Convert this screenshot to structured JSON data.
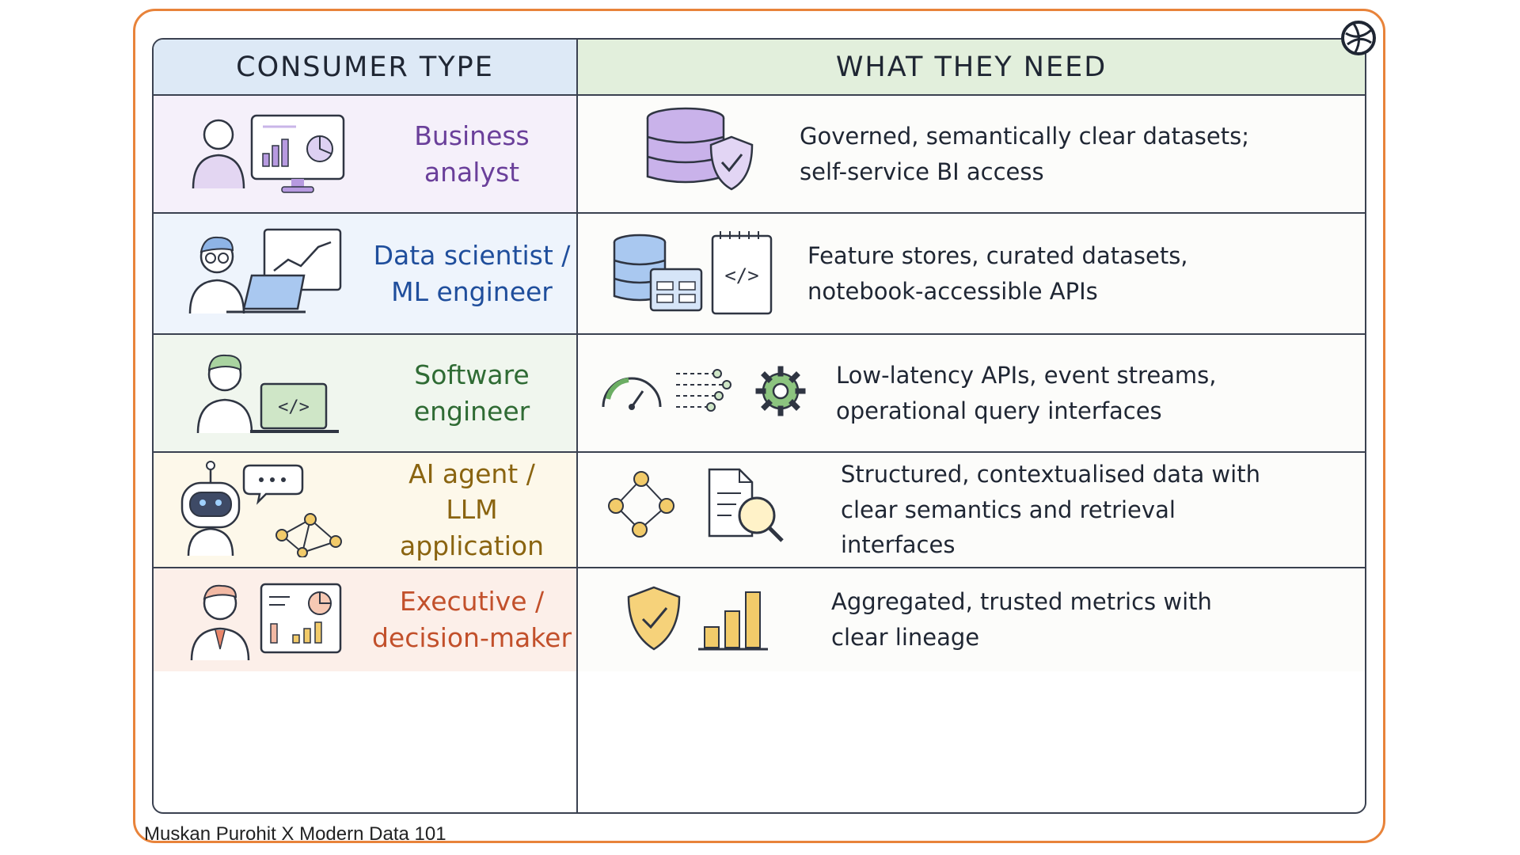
{
  "header": {
    "left": "CONSUMER TYPE",
    "right": "WHAT THEY NEED"
  },
  "rows": [
    {
      "type_lines": [
        "Business",
        "analyst"
      ],
      "need_lines": [
        "Governed, semantically clear datasets;",
        "self-service BI access"
      ],
      "color": "#6a3f9a",
      "bg": "#f5f0fa",
      "icons": [
        "analyst-person-icon",
        "dashboard-monitor-icon",
        "database-shield-icon"
      ]
    },
    {
      "type_lines": [
        "Data scientist /",
        "ML engineer"
      ],
      "need_lines": [
        "Feature stores, curated datasets,",
        "notebook-accessible APIs"
      ],
      "color": "#1f4e9c",
      "bg": "#eef4fc",
      "icons": [
        "scientist-person-icon",
        "laptop-chart-icon",
        "database-table-icon",
        "code-notebook-icon"
      ]
    },
    {
      "type_lines": [
        "Software",
        "engineer"
      ],
      "need_lines": [
        "Low-latency APIs, event streams,",
        "operational query interfaces"
      ],
      "color": "#2f6b34",
      "bg": "#f0f6ee",
      "icons": [
        "engineer-person-icon",
        "code-laptop-icon",
        "speedometer-icon",
        "event-stream-icon",
        "gear-icon"
      ]
    },
    {
      "type_lines": [
        "AI agent /",
        "LLM",
        "application"
      ],
      "need_lines": [
        "Structured, contextualised data with",
        "clear semantics and retrieval",
        "interfaces"
      ],
      "color": "#8a6410",
      "bg": "#fdf8ea",
      "icons": [
        "robot-icon",
        "chat-bubble-icon",
        "graph-nodes-icon",
        "document-search-icon"
      ]
    },
    {
      "type_lines": [
        "Executive /",
        "decision-maker"
      ],
      "need_lines": [
        "Aggregated, trusted metrics with",
        "clear lineage"
      ],
      "color": "#c2502b",
      "bg": "#fcefe9",
      "icons": [
        "executive-person-icon",
        "report-chart-icon",
        "shield-check-icon",
        "bar-chart-icon"
      ]
    }
  ],
  "credit": "Muskan Purohit X Modern Data 101",
  "colors": {
    "frame": "#e8833a",
    "line": "#3a4150"
  }
}
